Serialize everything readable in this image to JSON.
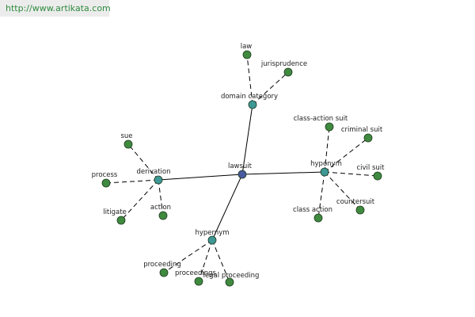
{
  "header": {
    "url": "http://www.artikata.com"
  },
  "colors": {
    "center_node": "#4a5aa0",
    "category_node": "#3e9896",
    "leaf_node": "#3f8a3f",
    "node_stroke": "#1f3a1f",
    "edge": "#000000"
  },
  "graph": {
    "center": {
      "id": "lawsuit",
      "label": "lawsuit"
    },
    "categories": [
      {
        "id": "domain_category",
        "label": "domain category",
        "children": [
          {
            "id": "law",
            "label": "law"
          },
          {
            "id": "jurisprudence",
            "label": "jurisprudence"
          }
        ]
      },
      {
        "id": "hyponym",
        "label": "hyponym",
        "children": [
          {
            "id": "class_action_suit",
            "label": "class-action suit"
          },
          {
            "id": "criminal_suit",
            "label": "criminal suit"
          },
          {
            "id": "civil_suit",
            "label": "civil suit"
          },
          {
            "id": "countersuit",
            "label": "countersuit"
          },
          {
            "id": "class_action",
            "label": "class action"
          }
        ]
      },
      {
        "id": "derivation",
        "label": "derivation",
        "children": [
          {
            "id": "sue",
            "label": "sue"
          },
          {
            "id": "process",
            "label": "process"
          },
          {
            "id": "litigate",
            "label": "litigate"
          },
          {
            "id": "action",
            "label": "action"
          }
        ]
      },
      {
        "id": "hypernym",
        "label": "hypernym",
        "children": [
          {
            "id": "proceeding",
            "label": "proceeding"
          },
          {
            "id": "proceedings",
            "label": "proceedings"
          },
          {
            "id": "legal_proceeding",
            "label": "legal proceeding"
          }
        ]
      }
    ]
  }
}
